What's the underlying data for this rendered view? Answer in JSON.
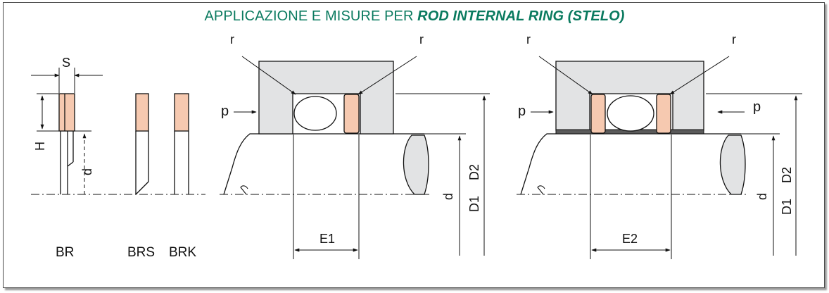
{
  "title": {
    "prefix": "APPLICAZIONE E MISURE PER ",
    "emphasis": "ROD INTERNAL RING (STELO)"
  },
  "profiles": {
    "s_label": "S",
    "h_label": "H",
    "d_label": "d",
    "names": [
      "BR",
      "BRS",
      "BRK"
    ]
  },
  "assembly_1": {
    "r_left": "r",
    "r_right": "r",
    "p_label": "p",
    "e_label": "E1",
    "d_label": "d",
    "d1_label": "D1",
    "d2_label": "D2"
  },
  "assembly_2": {
    "r_left": "r",
    "r_right": "r",
    "p_left": "p",
    "p_right": "p",
    "e_label": "E2",
    "d_label": "d",
    "d1_label": "D1",
    "d2_label": "D2"
  },
  "colors": {
    "title": "#0a7a5f",
    "housing": "#e2e3e4",
    "ring": "#f6c9b0",
    "line": "#111111"
  }
}
